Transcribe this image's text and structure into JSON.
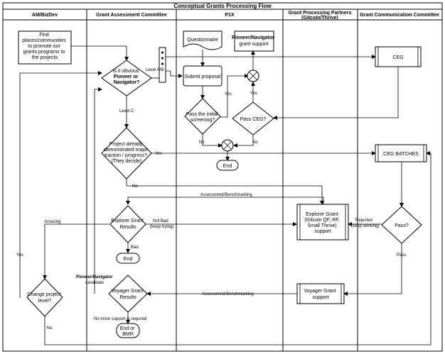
{
  "title": "Conceptual Grants Processing Flow",
  "lanes": [
    {
      "line1": "AM/BizDev",
      "line2": ""
    },
    {
      "line1": "Grant Assessment Committee",
      "line2": ""
    },
    {
      "line1": "P1X",
      "line2": ""
    },
    {
      "line1": "Grant Processing Partners",
      "line2": "(Gitcoin/Thrive)"
    },
    {
      "line1": "Grant Communication Committee",
      "line2": ""
    }
  ],
  "nodes": {
    "find": [
      "Find",
      "places/communities",
      "to promote our",
      "grants programs to",
      "the projects"
    ],
    "obvious": [
      "Is it obvious",
      "Pioneer or",
      "Navigator?"
    ],
    "obvious_bold": [
      "Pioneer",
      "Navigator"
    ],
    "questionnaire": "Questionnaire",
    "pn_support": [
      "Pioneer/Navigator",
      "grant support"
    ],
    "submit": "Submit proposal",
    "initial": [
      "Pass the initial",
      "screening?"
    ],
    "passceg": "Pass CEG?",
    "end1": "End",
    "traction": [
      "Project already",
      "demonstrated major",
      "traction / progress?",
      "(They decide)"
    ],
    "explorer_results": [
      "Explorer Grant",
      "Results"
    ],
    "end2": "End",
    "explorer_grant": [
      "Explorer Grant",
      "(Gitcoin QF, RF,",
      "Small Thrive)",
      "support"
    ],
    "ceg": "CEG",
    "ceg_batches": "CEG BATCHES",
    "pass": "Pass?",
    "change": [
      "Change project",
      "level?"
    ],
    "voyager_results": [
      "Voyager Grant",
      "Results"
    ],
    "end_bmr": [
      "End or",
      "BMR"
    ],
    "voyager_grant": [
      "Voyager Grant",
      "support"
    ]
  },
  "edge_labels": {
    "level_ab": "Level A/B",
    "level_c": "Level C",
    "yes_initial": "Yes",
    "yes_ceg": "Yes",
    "no_initial": "No",
    "no_ceg": "No",
    "yes_traction": "Yes",
    "no_traction": "No",
    "assess1": "Assessment/Benchmarking",
    "amazing": "Amazing",
    "not_bad": [
      "Not Bad",
      "(keep trying)"
    ],
    "bad": "Bad",
    "rejected": [
      "Rejected",
      "(keep working)"
    ],
    "pass": "Pass",
    "yes_change": "Yes",
    "no_change": "No",
    "pn_candidate": [
      "Pioneer/Navigator",
      "candidate"
    ],
    "assess2": "Assessment/Benchmarking",
    "no_more": "No more support is required"
  }
}
